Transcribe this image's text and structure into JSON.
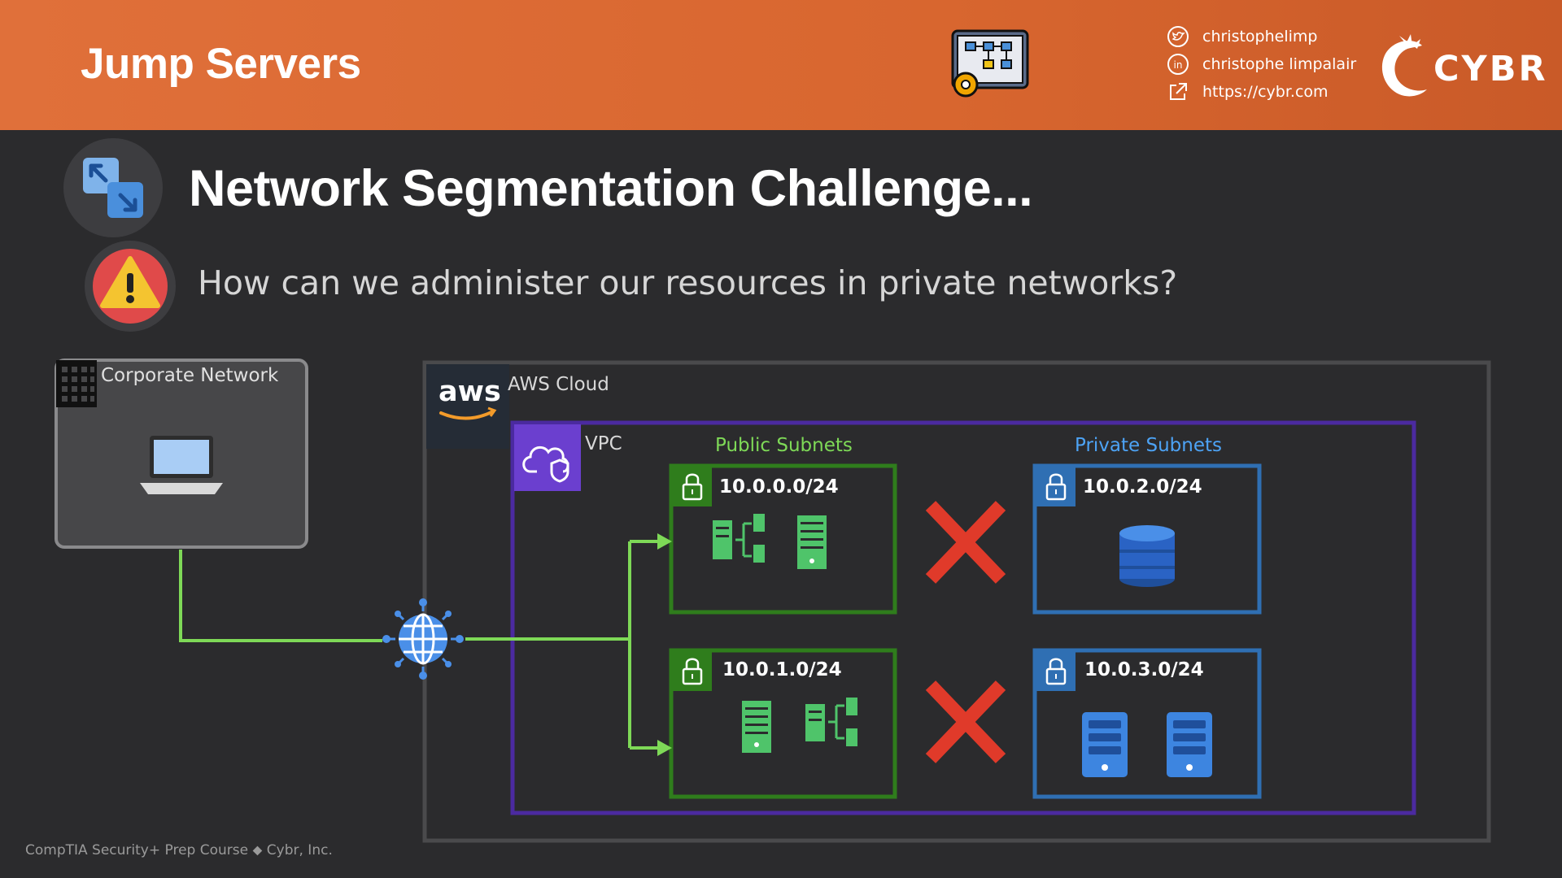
{
  "header": {
    "title": "Jump Servers",
    "social": {
      "twitter": "christophelimp",
      "linkedin": "christophe limpalair",
      "website": "https://cybr.com"
    },
    "brand": "CYBR",
    "accent": "#e0703a"
  },
  "slide": {
    "title": "Network Segmentation Challenge...",
    "question": "How can we administer our resources in private networks?"
  },
  "diagram": {
    "corporate_label": "Corporate Network",
    "aws_logo": "aws",
    "aws_label": "AWS Cloud",
    "vpc_label": "VPC",
    "public_label": "Public Subnets",
    "private_label": "Private Subnets",
    "subnets": {
      "public_a": "10.0.0.0/24",
      "public_b": "10.0.1.0/24",
      "private_a": "10.0.2.0/24",
      "private_b": "10.0.3.0/24"
    },
    "colors": {
      "public": "#2f7d1c",
      "private": "#2f6fb3",
      "vpc": "#4b2aa0",
      "blocked": "#e03a2a",
      "link": "#7ed957"
    }
  },
  "footer": "CompTIA Security+ Prep Course ⬥ Cybr, Inc."
}
